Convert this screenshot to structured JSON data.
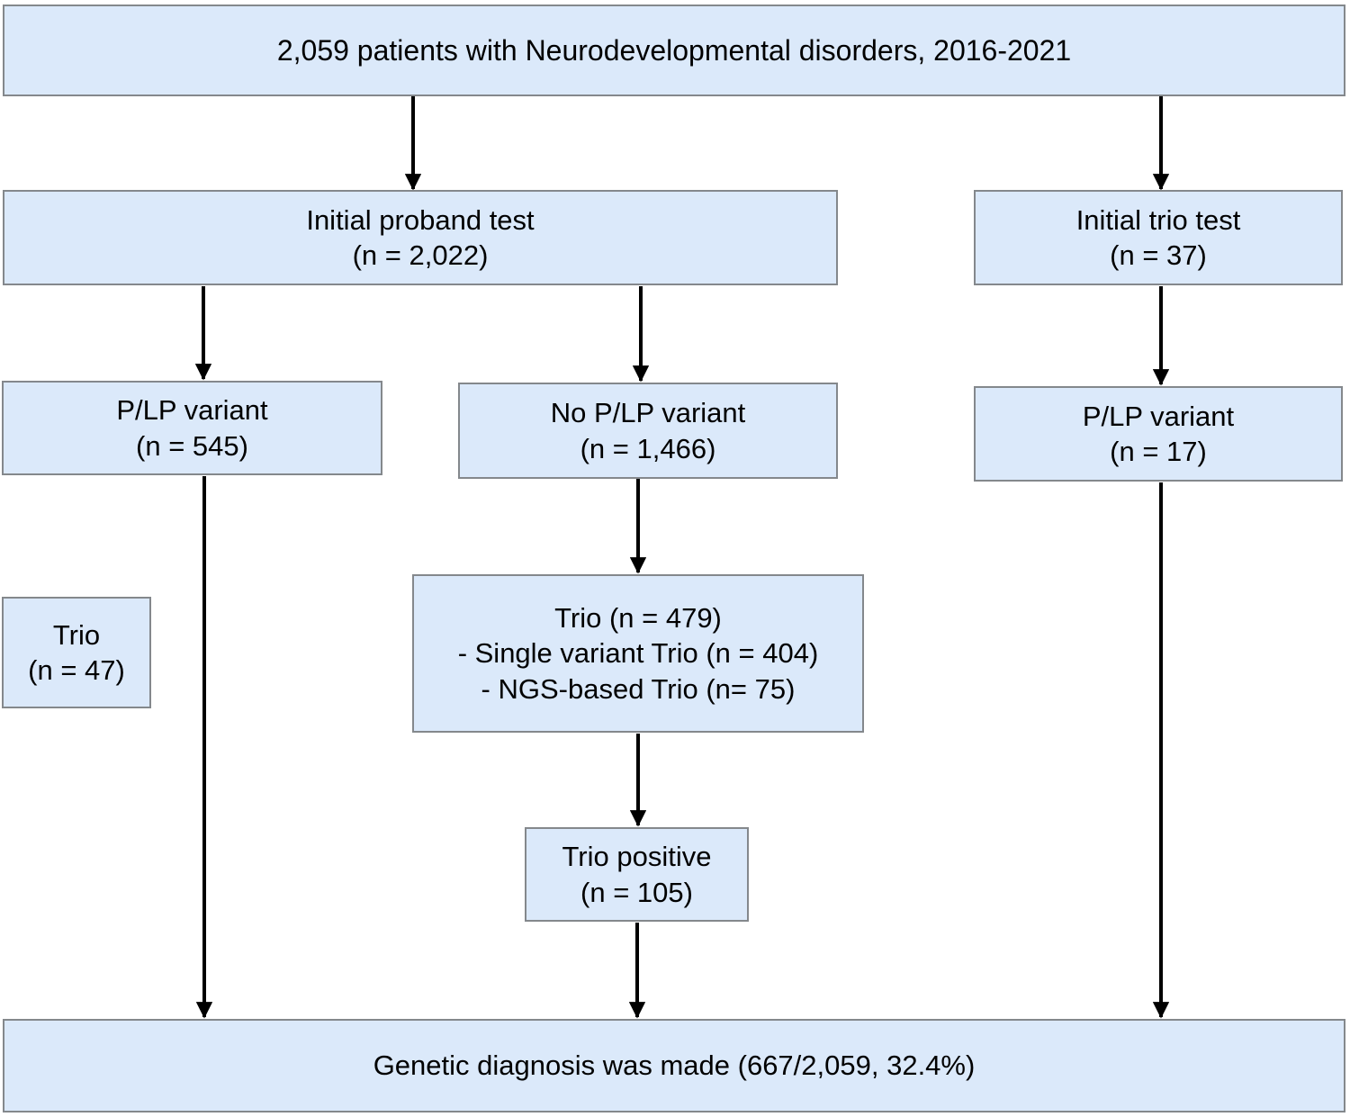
{
  "diagram": {
    "colors": {
      "box_fill": "#dbe9fa",
      "box_border": "#84888c",
      "arrow": "#000000",
      "background": "#ffffff",
      "text": "#000000"
    },
    "nodes": [
      {
        "id": "patients",
        "lines": [
          "2,059 patients with Neurodevelopmental disorders, 2016-2021"
        ]
      },
      {
        "id": "proband",
        "lines": [
          "Initial proband test",
          "(n = 2,022)"
        ]
      },
      {
        "id": "trio-test",
        "lines": [
          "Initial trio test",
          "(n = 37)"
        ]
      },
      {
        "id": "plp-545",
        "lines": [
          "P/LP variant",
          "(n = 545)"
        ]
      },
      {
        "id": "no-plp",
        "lines": [
          "No P/LP variant",
          "(n = 1,466)"
        ]
      },
      {
        "id": "plp-17",
        "lines": [
          "P/LP variant",
          "(n = 17)"
        ]
      },
      {
        "id": "trio-47",
        "lines": [
          "Trio",
          "(n = 47)"
        ]
      },
      {
        "id": "trio-479",
        "lines": [
          "Trio (n = 479)",
          "- Single variant Trio (n = 404)",
          "- NGS-based Trio (n= 75)"
        ]
      },
      {
        "id": "trio-positive",
        "lines": [
          "Trio positive",
          "(n = 105)"
        ]
      },
      {
        "id": "diagnosis",
        "lines": [
          "Genetic diagnosis was made (667/2,059, 32.4%)"
        ]
      }
    ]
  }
}
